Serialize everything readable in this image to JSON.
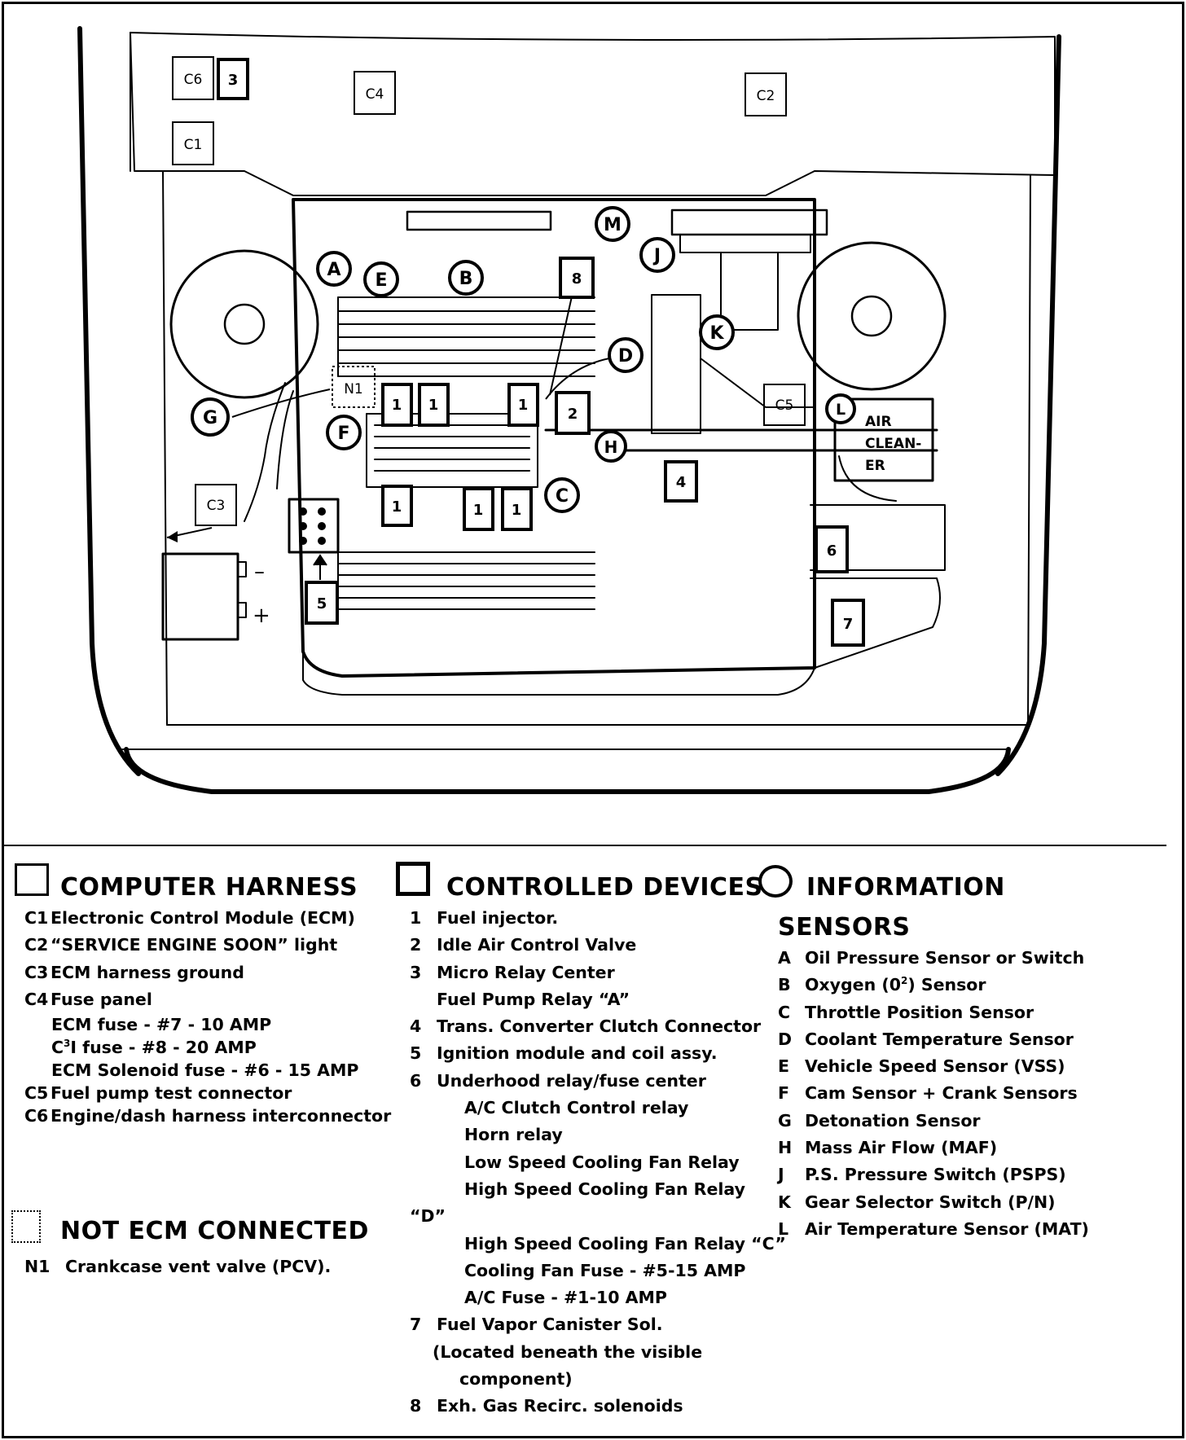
{
  "colors": {
    "ink": "#000000",
    "paper": "#ffffff"
  },
  "diagram": {
    "harness_boxes": {
      "c6": "C6",
      "c1": "C1",
      "c4": "C4",
      "c2": "C2",
      "c3": "C3",
      "c5": "C5"
    },
    "device_boxes": {
      "d3": "3",
      "d8": "8",
      "d2": "2",
      "d4": "4",
      "d5": "5",
      "d6": "6",
      "d7": "7",
      "injector": "1"
    },
    "sensor_circles": {
      "a": "A",
      "b": "B",
      "c": "C",
      "d": "D",
      "e": "E",
      "f": "F",
      "g": "G",
      "h": "H",
      "j": "J",
      "k": "K",
      "l": "L",
      "m": "M"
    },
    "not_connected": {
      "n1": "N1"
    },
    "air_cleaner": [
      "AIR",
      "CLEAN-",
      "ER"
    ],
    "battery": {
      "minus": "–",
      "plus": "+"
    }
  },
  "legend": {
    "computer_harness": {
      "title": "COMPUTER HARNESS",
      "items": [
        {
          "code": "C1",
          "text": "Electronic Control Module (ECM)"
        },
        {
          "code": "C2",
          "text": "“SERVICE ENGINE SOON” light"
        },
        {
          "code": "C3",
          "text": "ECM harness ground"
        },
        {
          "code": "C4",
          "text": "Fuse panel"
        },
        {
          "text": "ECM fuse - #7 - 10 AMP"
        },
        {
          "text_pre": "C",
          "text_sup": "3",
          "text_post": "I fuse - #8 - 20 AMP"
        },
        {
          "text": "ECM Solenoid fuse - #6 - 15 AMP"
        },
        {
          "code": "C5",
          "text": "Fuel pump test connector"
        },
        {
          "code": "C6",
          "text": "Engine/dash harness interconnector"
        }
      ]
    },
    "not_ecm_connected": {
      "title": "NOT ECM CONNECTED",
      "items": [
        {
          "code": "N1",
          "text": "Crankcase vent valve (PCV)."
        }
      ]
    },
    "controlled_devices": {
      "title": "CONTROLLED DEVICES",
      "items": [
        {
          "code": "1",
          "text": "Fuel injector."
        },
        {
          "code": "2",
          "text": "Idle Air Control Valve"
        },
        {
          "code": "3",
          "text": "Micro Relay Center"
        },
        {
          "text": "Fuel Pump Relay “A”"
        },
        {
          "code": "4",
          "text": "Trans. Converter Clutch Connector"
        },
        {
          "code": "5",
          "text": "Ignition module and coil assy."
        },
        {
          "code": "6",
          "text": "Underhood relay/fuse center"
        },
        {
          "text": "A/C Clutch Control relay"
        },
        {
          "text": "Horn relay"
        },
        {
          "text": "Low Speed Cooling Fan Relay"
        },
        {
          "text": "High Speed Cooling Fan Relay"
        },
        {
          "text": "“D”"
        },
        {
          "text": "High Speed Cooling Fan Relay “C”"
        },
        {
          "text": "Cooling Fan Fuse - #5-15 AMP"
        },
        {
          "text": "A/C Fuse - #1-10 AMP"
        },
        {
          "code": "7",
          "text": "Fuel Vapor Canister Sol."
        },
        {
          "text": "(Located beneath the visible"
        },
        {
          "text": "component)"
        },
        {
          "code": "8",
          "text": "Exh. Gas Recirc. solenoids"
        }
      ]
    },
    "information_sensors": {
      "title_line1": "INFORMATION",
      "title_line2": "SENSORS",
      "items": [
        {
          "code": "A",
          "text": "Oil Pressure Sensor or Switch"
        },
        {
          "code": "B",
          "text_pre": "Oxygen (0",
          "text_sup": "2",
          "text_post": ") Sensor"
        },
        {
          "code": "C",
          "text": "Throttle Position Sensor"
        },
        {
          "code": "D",
          "text": "Coolant Temperature Sensor"
        },
        {
          "code": "E",
          "text": "Vehicle Speed Sensor (VSS)"
        },
        {
          "code": "F",
          "text": "Cam Sensor + Crank Sensors"
        },
        {
          "code": "G",
          "text": "Detonation Sensor"
        },
        {
          "code": "H",
          "text": "Mass Air Flow (MAF)"
        },
        {
          "code": "J",
          "text": "P.S. Pressure Switch (PSPS)"
        },
        {
          "code": "K",
          "text": "Gear Selector Switch (P/N)"
        },
        {
          "code": "L",
          "text": "Air Temperature Sensor (MAT)"
        }
      ]
    }
  }
}
